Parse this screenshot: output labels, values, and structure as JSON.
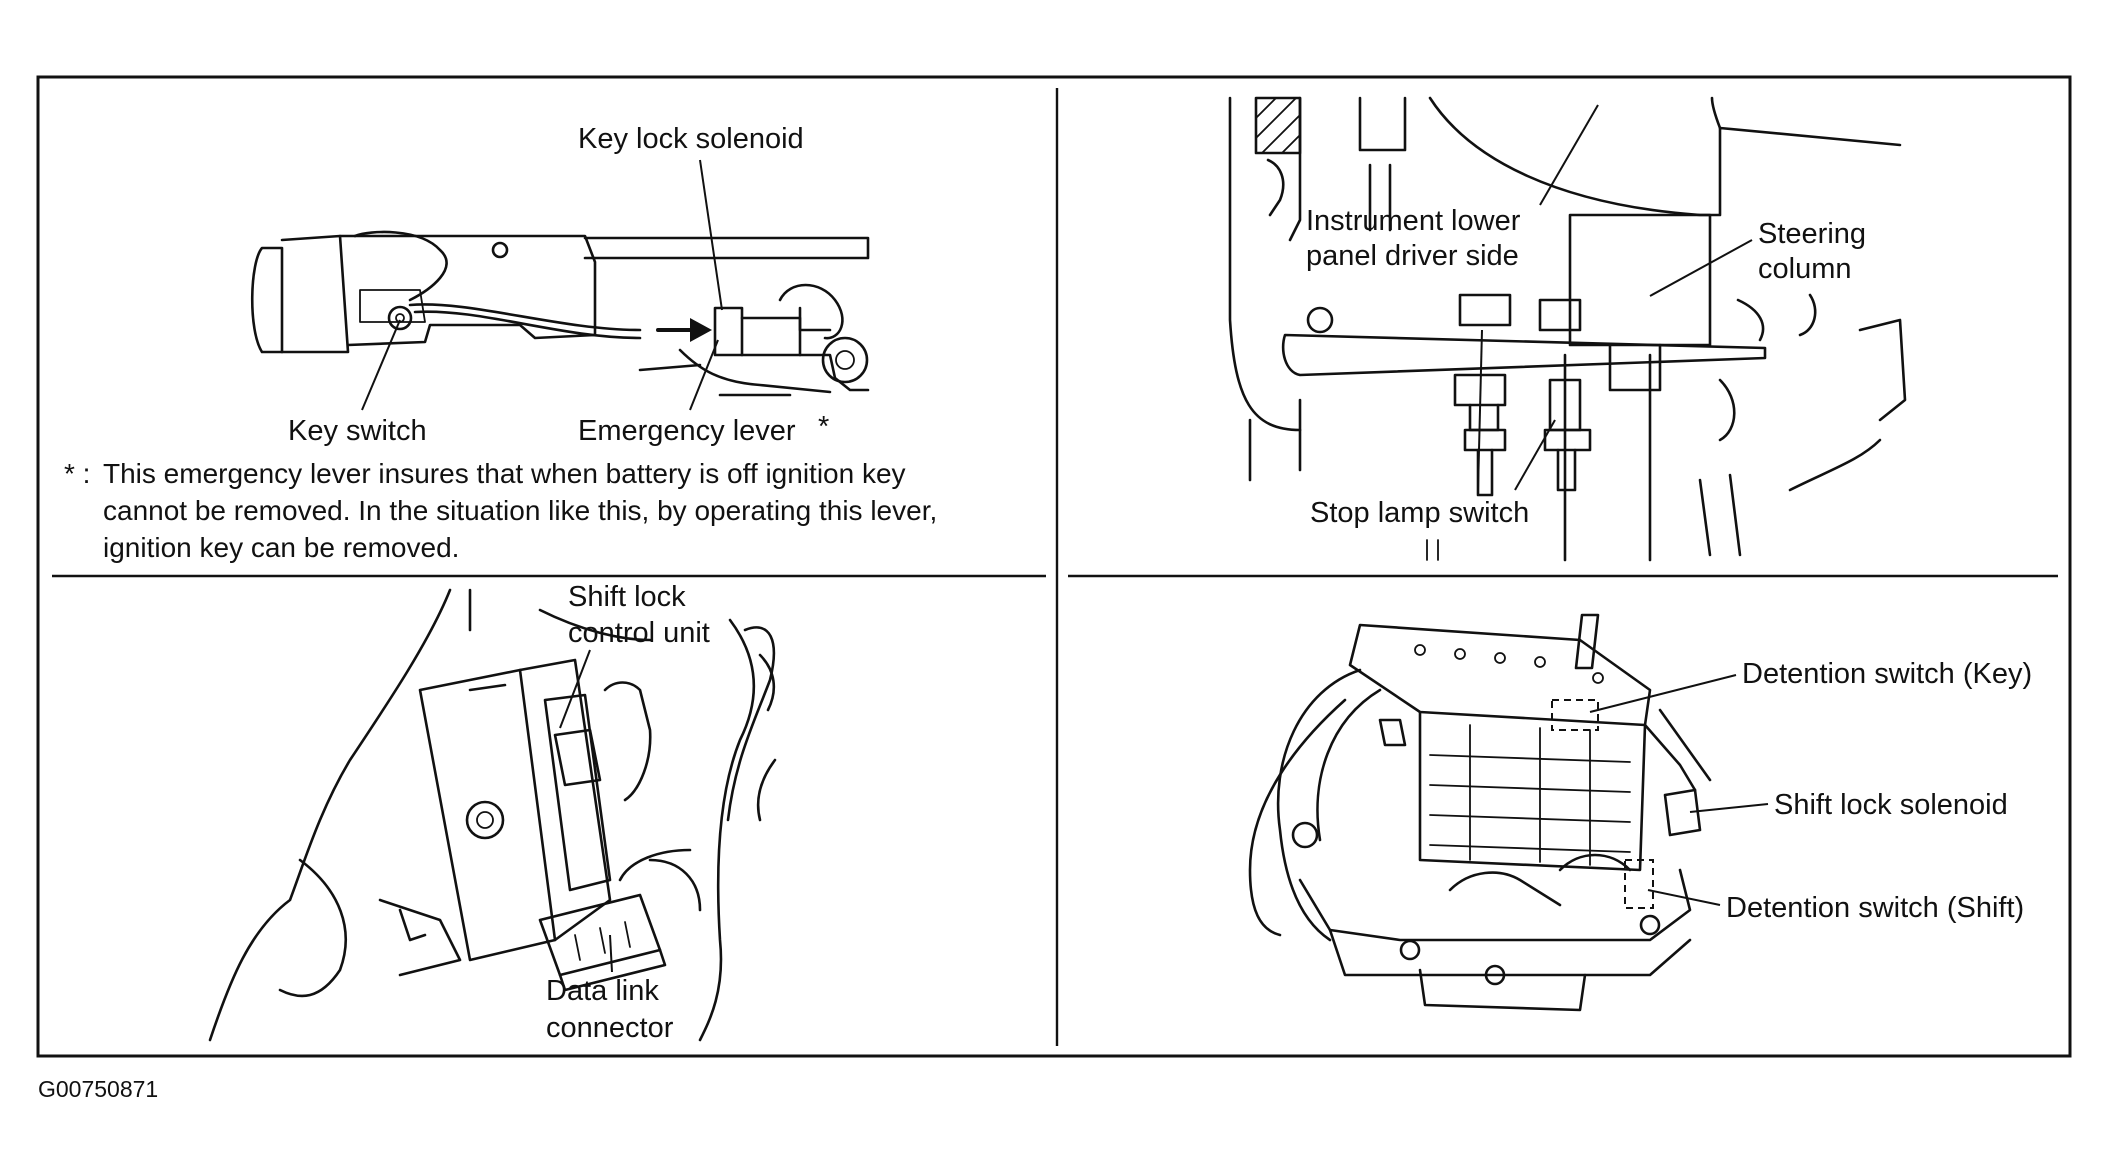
{
  "panels": {
    "key_lock": {
      "labels": {
        "key_lock_solenoid": "Key lock solenoid",
        "key_switch": "Key switch",
        "emergency_lever": "Emergency lever",
        "asterisk": "*"
      },
      "note": {
        "marker": "* :",
        "line1": "This emergency lever insures that when battery is off ignition key",
        "line2": "cannot be removed. In the situation like this, by operating this lever,",
        "line3": "ignition key can be removed."
      }
    },
    "stop_lamp": {
      "labels": {
        "instrument_panel_line1": "Instrument lower",
        "instrument_panel_line2": "panel driver side",
        "steering_column_line1": "Steering",
        "steering_column_line2": "column",
        "stop_lamp_switch": "Stop lamp switch"
      }
    },
    "control_unit": {
      "labels": {
        "shift_lock_line1": "Shift lock",
        "shift_lock_line2": "control unit",
        "data_link_line1": "Data link",
        "data_link_line2": "connector"
      }
    },
    "shift_lock": {
      "labels": {
        "detention_key": "Detention switch (Key)",
        "shift_lock_solenoid": "Shift lock solenoid",
        "detention_shift": "Detention switch (Shift)"
      }
    }
  },
  "figure_id": "G00750871"
}
